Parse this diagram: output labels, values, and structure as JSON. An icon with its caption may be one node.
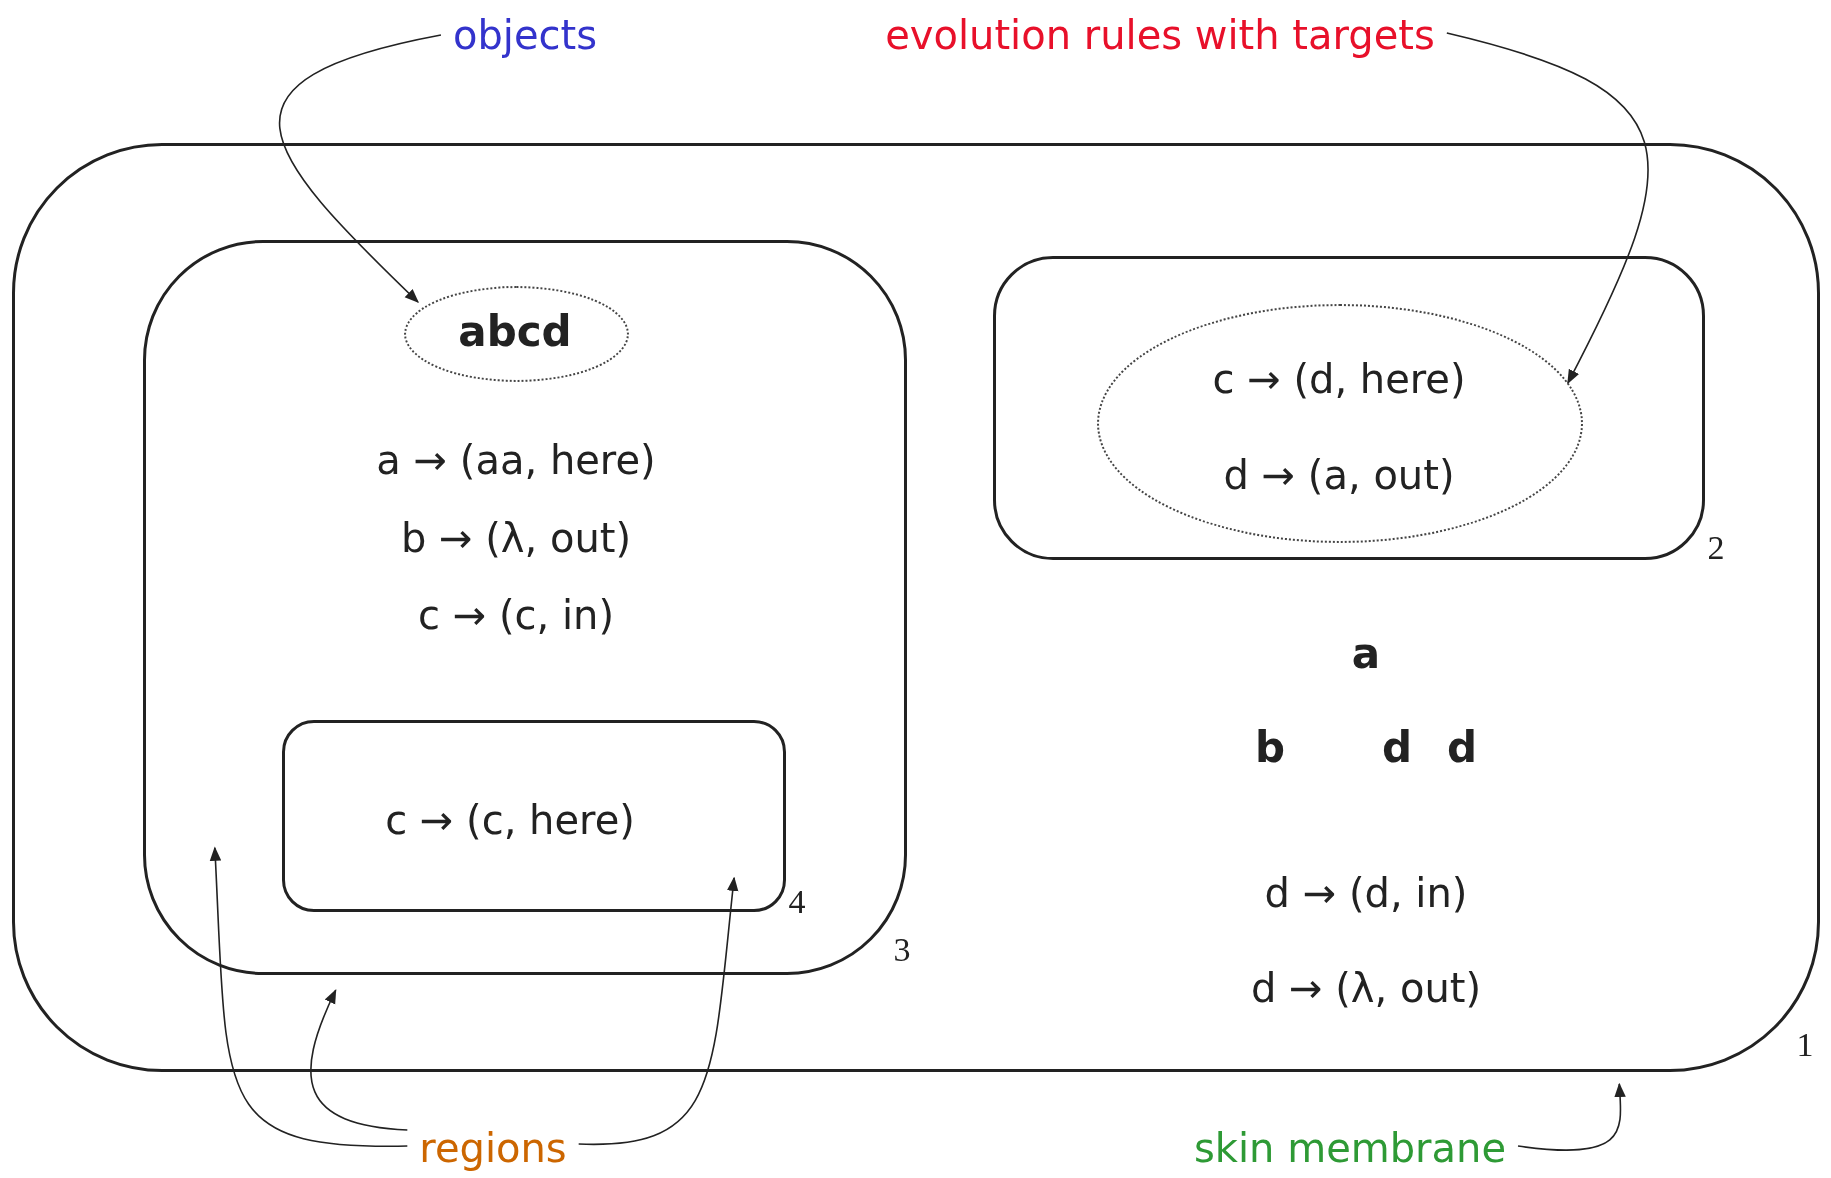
{
  "diagram": {
    "nodes": [
      {
        "text": [
          "objects"
        ]
      },
      {
        "text": [
          "evolution rules with targets"
        ]
      },
      {
        "text": [
          "1",
          "a",
          "b",
          "d",
          "d",
          "d → (d, in)",
          "d → (λ, out)"
        ]
      },
      {
        "text": [
          "3",
          "a → (aa, here)",
          "b → (λ, out)",
          "c → (c, in)"
        ],
        "in": 2
      },
      {
        "text": [
          "abcd"
        ],
        "in": 3
      },
      {
        "text": [
          "4",
          "c → (c, here)"
        ],
        "in": 3
      },
      {
        "text": [
          "2"
        ],
        "in": 2
      },
      {
        "text": [
          "c → (d, here)",
          "d → (a, out)"
        ],
        "in": 6
      },
      {
        "text": [
          "regions"
        ]
      },
      {
        "text": [
          "skin membrane"
        ]
      }
    ],
    "edges": [
      {
        "from": 0,
        "to": 4,
        "arrow": "to"
      },
      {
        "from": 1,
        "to": 7,
        "arrow": "to"
      },
      {
        "from": 8,
        "to": 3,
        "arrow": "to"
      },
      {
        "from": 8,
        "to": 2,
        "arrow": "to"
      },
      {
        "from": 8,
        "to": 5,
        "arrow": "to"
      },
      {
        "from": 9,
        "to": 2,
        "arrow": "to"
      }
    ]
  }
}
